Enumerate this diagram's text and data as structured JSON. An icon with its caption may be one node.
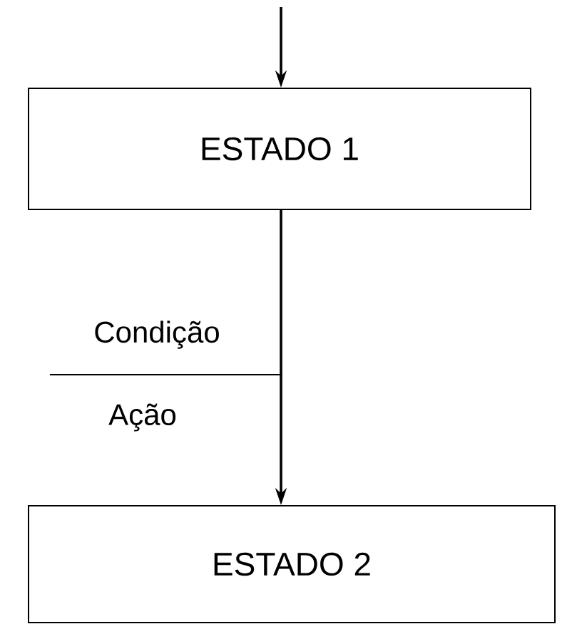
{
  "diagram": {
    "nodes": [
      {
        "text": [
          "ESTADO 1"
        ]
      },
      {
        "text": [
          "ESTADO 2"
        ]
      }
    ],
    "edges": [
      {
        "from": null,
        "to": 0,
        "arrow": "to"
      },
      {
        "from": 0,
        "to": 1,
        "arrow": "to"
      }
    ],
    "labels": [
      "Condição",
      "Ação"
    ]
  }
}
